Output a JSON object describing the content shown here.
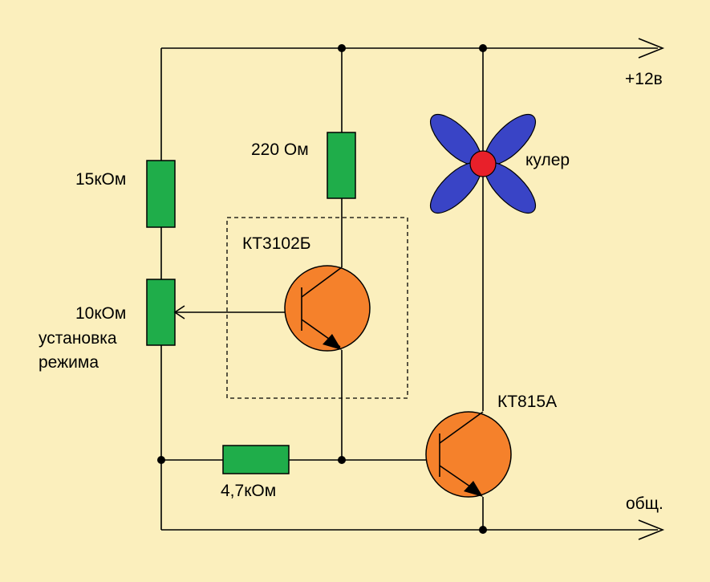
{
  "labels": {
    "supply": "+12в",
    "ground": "общ.",
    "cooler": "кулер",
    "r_top_left": "15кОм",
    "r_collector": "220 Ом",
    "transistor_small": "КТ3102Б",
    "pot_value": "10кОм",
    "pot_caption_line1": "установка",
    "pot_caption_line2": "режима",
    "transistor_power": "КТ815А",
    "r_base": "4,7кОм"
  },
  "colors": {
    "background": "#fbefbd",
    "resistor": "#1fad4a",
    "transistor": "#f5812b",
    "fan_blade": "#3944c6",
    "fan_hub": "#e8202a",
    "wire": "#000000"
  },
  "icons": {
    "fan": "fan-icon",
    "transistor": "npn-transistor-symbol",
    "resistor": "resistor-symbol",
    "arrow": "arrow-right-icon"
  }
}
